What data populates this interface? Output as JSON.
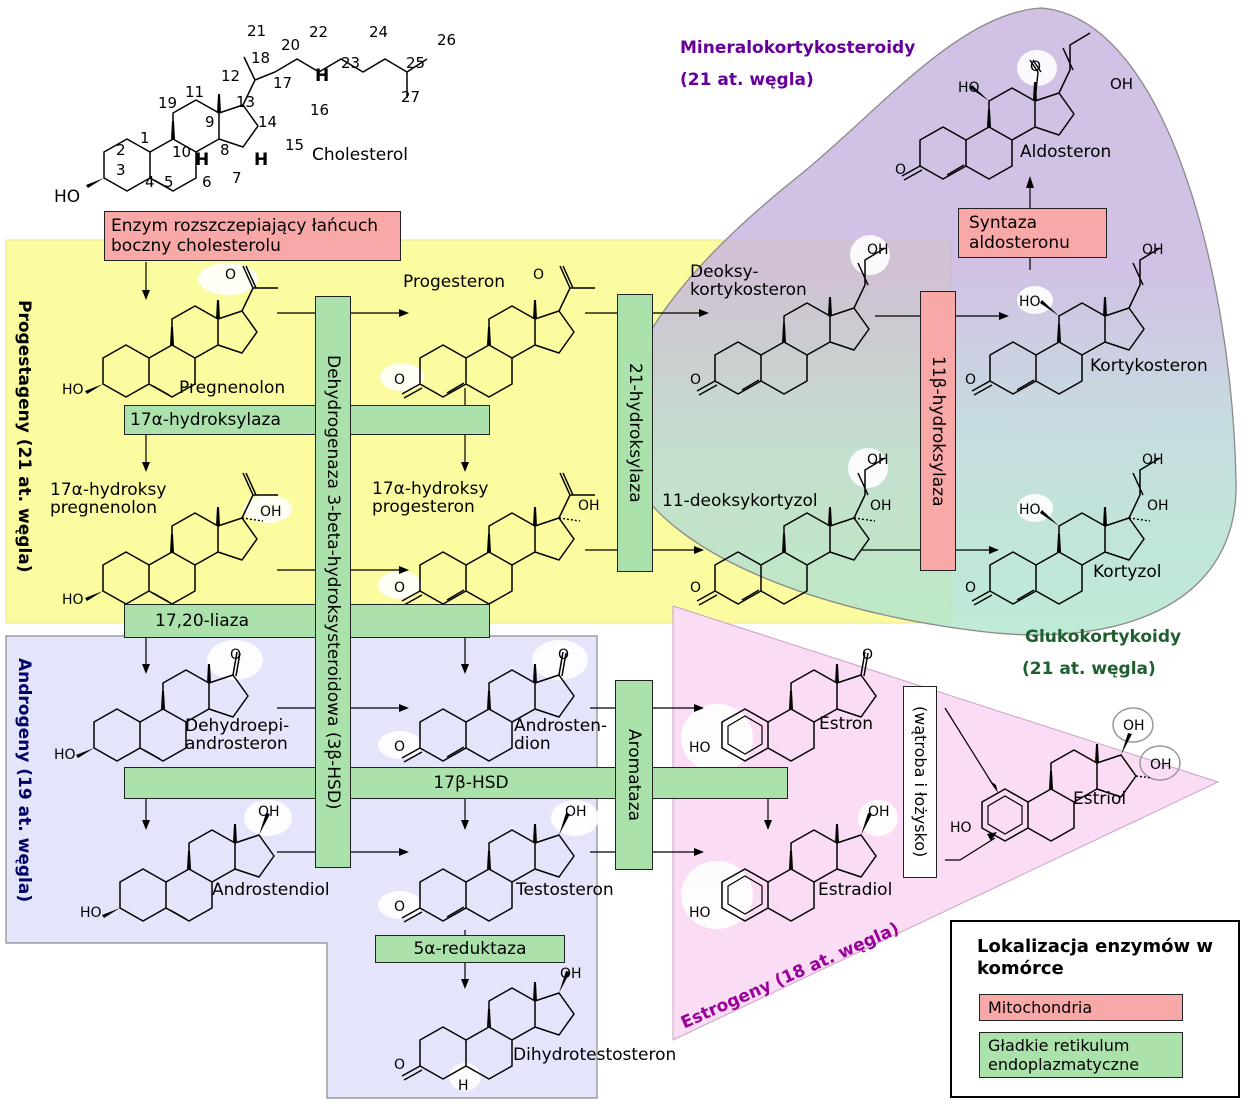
{
  "compounds": {
    "cholesterol": "Cholesterol",
    "pregnenolone": "Pregnenolon",
    "progesterone": "Progesteron",
    "deoxycorticosterone_1": "Deoksy-",
    "deoxycorticosterone_2": "kortykosteron",
    "corticosterone": "Kortykosteron",
    "aldosterone": "Aldosteron",
    "oh_pregnenolone_1": "17α-hydroksy",
    "oh_pregnenolone_2": "pregnenolon",
    "oh_progesterone_1": "17α-hydroksy",
    "oh_progesterone_2": "progesteron",
    "deoxycortisol": "11-deoksykortyzol",
    "cortisol": "Kortyzol",
    "dhea_1": "Dehydroepi-",
    "dhea_2": "androsteron",
    "androstenedione_1": "Androsten-",
    "androstenedione_2": "dion",
    "estrone": "Estron",
    "estriol": "Estriol",
    "androstenediol": "Androstendiol",
    "testosterone": "Testosteron",
    "estradiol": "Estradiol",
    "dht": "Dihydrotestosteron"
  },
  "enzymes": {
    "scc_1": "Enzym rozszczepiający łańcuch",
    "scc_2": "boczny cholesterolu",
    "hydroxylase17a": "17α-hydroksylaza",
    "lyase": "17,20-liaza",
    "hsd3b": "Dehydrogenaza 3-beta-hydroksysteroidowa (3β-HSD)",
    "hydroxylase21": "21-hydroksylaza",
    "hydroxylase11b": "11β-hydroksylaza",
    "aldo_synthase_1": "Syntaza",
    "aldo_synthase_2": "aldosteronu",
    "hsd17b": "17β-HSD",
    "aromatase": "Aromataza",
    "reductase5a": "5α-reduktaza",
    "liver_placenta": "(wątroba i łożysko)"
  },
  "groups": {
    "mineralo_1": "Mineralokortykosteroidy",
    "mineralo_2": "(21 at. węgla)",
    "gluco_1": "Glukokortykoidy",
    "gluco_2": "(21 at. węgla)",
    "progestagens": "Progestageny (21 at. węgla)",
    "androgens": "Androgeny (19 at. węgla)",
    "estrogens": "Estrogeny (18 at. węgla)"
  },
  "atoms": {
    "ho": "HO",
    "oh": "OH",
    "o": "O",
    "h": "H"
  },
  "cholesterol_numbering": [
    "1",
    "2",
    "3",
    "4",
    "5",
    "6",
    "7",
    "8",
    "9",
    "10",
    "11",
    "12",
    "13",
    "14",
    "15",
    "16",
    "17",
    "18",
    "19",
    "20",
    "21",
    "22",
    "23",
    "24",
    "25",
    "26",
    "27"
  ],
  "legend": {
    "title": "Lokalizacja enzymów w komórce",
    "mito": "Mitochondria",
    "er_1": "Gładkie retikulum",
    "er_2": "endoplazmatyczne"
  },
  "colors": {
    "mito": "#f9a8a8",
    "er": "#abe2ab",
    "progestagen_bg": "#fbfb9f",
    "androgen_bg": "#e4e4fa",
    "estrogen_bg": "#fadcf5",
    "mineralo_bg": "#c6b1de",
    "gluco_bg": "#b2e7cf",
    "mineralo_text": "#660099",
    "gluco_text": "#1f5f2f",
    "estrogen_text": "#990099",
    "progestagen_text": "#000000",
    "androgen_text": "#000066"
  }
}
